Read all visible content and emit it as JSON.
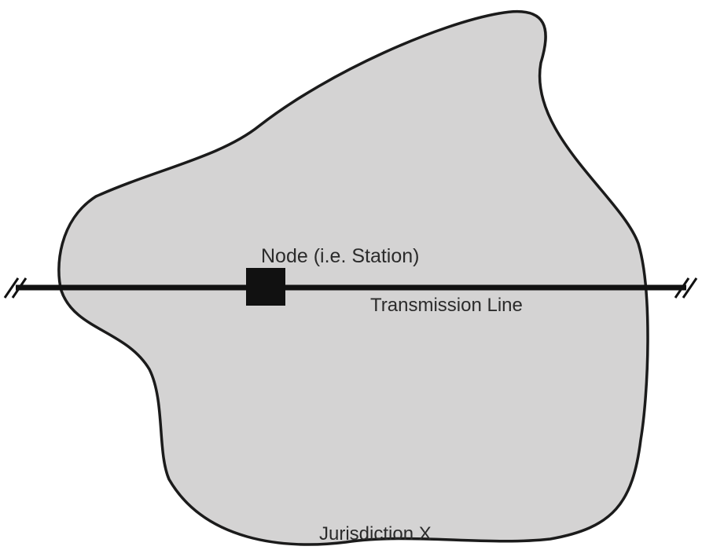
{
  "diagram": {
    "node_label": "Node (i.e. Station)",
    "line_label": "Transmission Line",
    "jurisdiction_label": "Jurisdiction X",
    "colors": {
      "region_fill": "#d4d3d3",
      "outline": "#1b1b1b",
      "line": "#111111",
      "node": "#111111"
    }
  }
}
